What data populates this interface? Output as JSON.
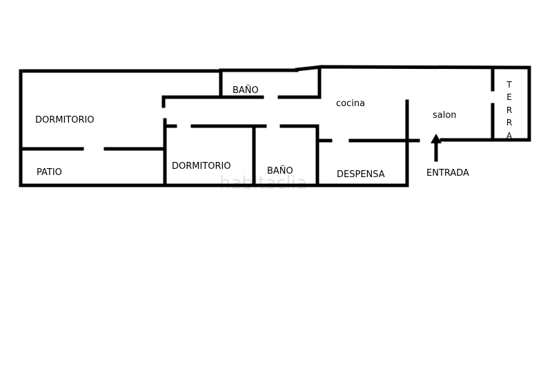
{
  "floor_plan": {
    "rooms": {
      "dormitorio_left": "DORMITORIO",
      "patio": "PATIO",
      "bano_top": "BAÑO",
      "dormitorio_center": "DORMITORIO",
      "bano_center": "BAÑO",
      "cocina": "cocina",
      "despensa": "DESPENSA",
      "salon": "salon",
      "entrada": "ENTRADA",
      "terraza_letters": [
        "T",
        "E",
        "R",
        "R",
        "A"
      ]
    },
    "watermark": "habitaclia"
  }
}
